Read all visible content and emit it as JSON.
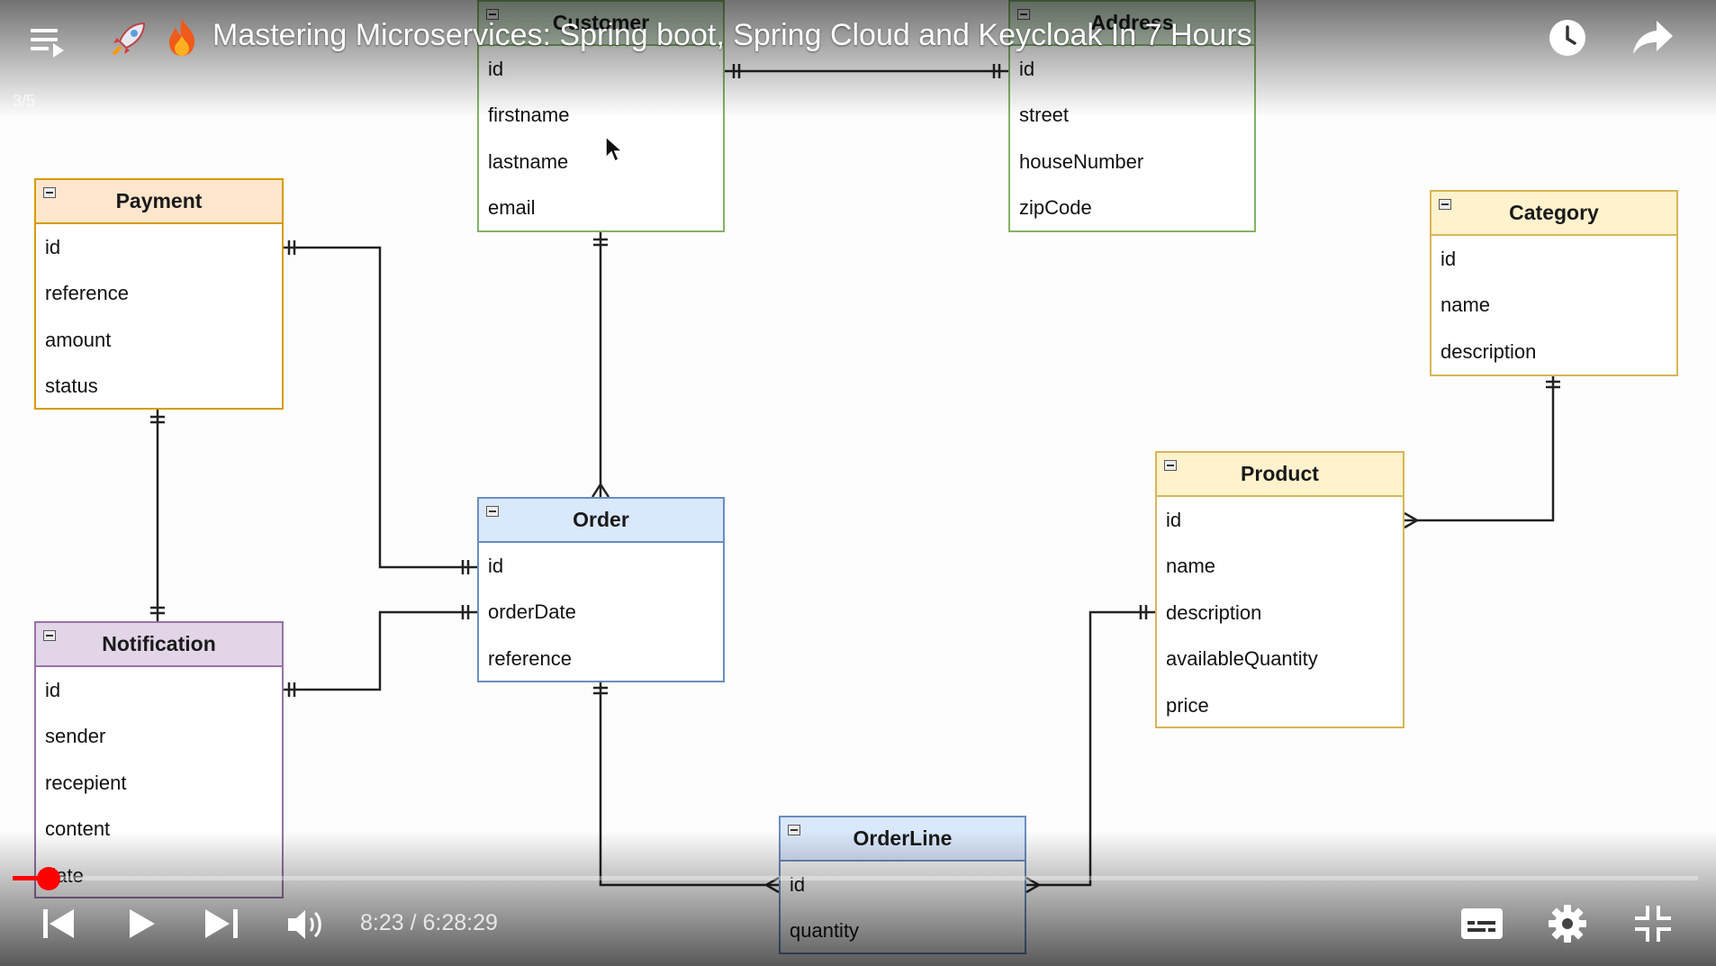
{
  "player": {
    "title": "Mastering Microservices: Spring boot, Spring Cloud and Keycloak In 7 Hours",
    "playlist_counter": "3/5",
    "time_current": "8:23",
    "time_separator": " / ",
    "time_total": "6:28:29",
    "progress_fraction": 0.0216,
    "accent_color": "#ff0000",
    "icons": {
      "menu": "playlist-menu-icon",
      "rocket": "rocket-emoji-icon",
      "fire": "fire-emoji-icon",
      "watch_later": "clock-icon",
      "share": "share-arrow-icon",
      "previous": "skip-previous-icon",
      "play": "play-icon",
      "next": "skip-next-icon",
      "volume": "volume-icon",
      "captions": "captions-icon",
      "settings": "gear-icon",
      "exit_fullscreen": "exit-fullscreen-icon"
    }
  },
  "diagram": {
    "entities": {
      "customer": {
        "name": "Customer",
        "fields": [
          "id",
          "firstname",
          "lastname",
          "email"
        ],
        "header_color": "#d5e8d4",
        "border_color": "#82b366"
      },
      "address": {
        "name": "Address",
        "fields": [
          "id",
          "street",
          "houseNumber",
          "zipCode"
        ],
        "header_color": "#d5e8d4",
        "border_color": "#82b366"
      },
      "payment": {
        "name": "Payment",
        "fields": [
          "id",
          "reference",
          "amount",
          "status"
        ],
        "header_color": "#ffe6cc",
        "border_color": "#d79b00"
      },
      "category": {
        "name": "Category",
        "fields": [
          "id",
          "name",
          "description"
        ],
        "header_color": "#fff2cc",
        "border_color": "#d6b656"
      },
      "order": {
        "name": "Order",
        "fields": [
          "id",
          "orderDate",
          "reference"
        ],
        "header_color": "#dae8fc",
        "border_color": "#6c8ebf"
      },
      "product": {
        "name": "Product",
        "fields": [
          "id",
          "name",
          "description",
          "availableQuantity",
          "price"
        ],
        "header_color": "#fff2cc",
        "border_color": "#d6b656"
      },
      "notification": {
        "name": "Notification",
        "fields": [
          "id",
          "sender",
          "recepient",
          "content",
          "date"
        ],
        "header_color": "#e1d5e7",
        "border_color": "#9673a6"
      },
      "orderline": {
        "name": "OrderLine",
        "fields": [
          "id",
          "quantity"
        ],
        "header_color": "#dae8fc",
        "border_color": "#6c8ebf"
      }
    }
  }
}
